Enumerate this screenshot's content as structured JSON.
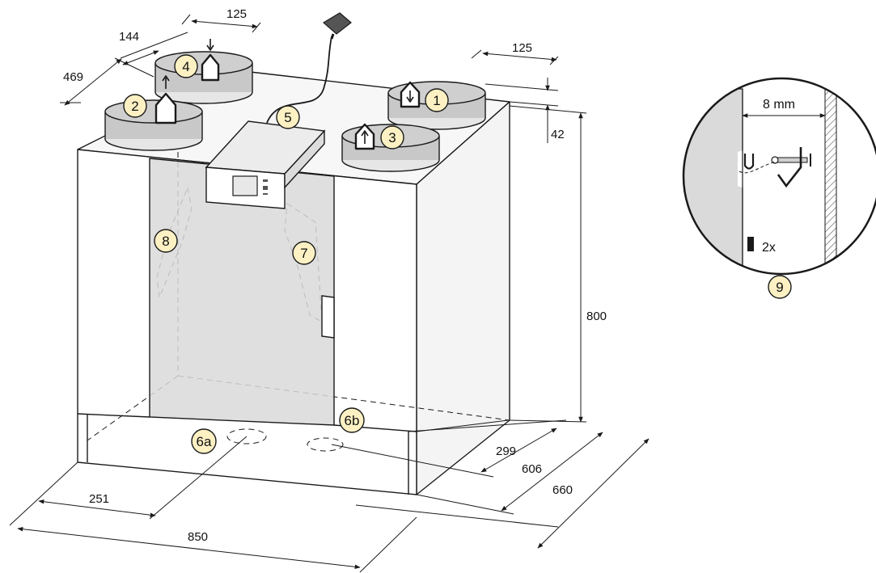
{
  "dimensions": {
    "w125_top_left": "125",
    "d144": "144",
    "d469": "469",
    "w125_top_right": "125",
    "h42": "42",
    "h800": "800",
    "d299": "299",
    "d606": "606",
    "d660": "660",
    "w251": "251",
    "w850": "850"
  },
  "callouts": {
    "c1": "1",
    "c2": "2",
    "c3": "3",
    "c4": "4",
    "c5": "5",
    "c6a": "6a",
    "c6b": "6b",
    "c7": "7",
    "c8": "8",
    "c9": "9"
  },
  "detail": {
    "gap_label": "8 mm",
    "quantity_label": "2x"
  },
  "colors": {
    "callout_fill": "#fdf1c4",
    "line": "#1a1a1a",
    "panel_fill": "#d9d9d9",
    "duct_fill": "#c8c8c8"
  }
}
